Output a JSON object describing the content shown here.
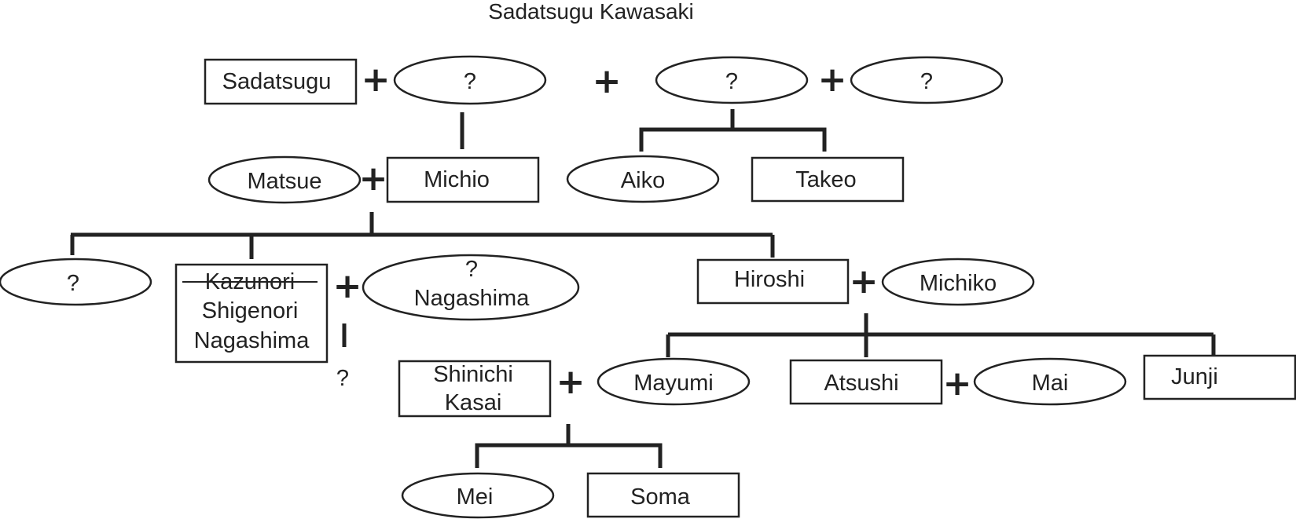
{
  "title": "Sadatsugu Kawasaki",
  "plus_sign": "+",
  "unknown_mark": "?",
  "gen1": {
    "sadatsugu": "Sadatsugu",
    "wife1": "?",
    "wife2": "?",
    "wife2_partner": "?"
  },
  "gen2": {
    "matsue": "Matsue",
    "michio": "Michio",
    "aiko": "Aiko",
    "takeo": "Takeo"
  },
  "gen3": {
    "unknown_child": "?",
    "kazunori_struck": "Kazunori",
    "shigenori_line1": "Shigenori",
    "shigenori_line2": "Nagashima",
    "spouse_line1": "?",
    "spouse_line2": "Nagashima",
    "hiroshi": "Hiroshi",
    "michiko": "Michiko"
  },
  "gen4": {
    "shinichi_line1": "Shinichi",
    "shinichi_line2": "Kasai",
    "mayumi": "Mayumi",
    "atsushi": "Atsushi",
    "mai": "Mai",
    "junji": "Junji"
  },
  "gen5": {
    "mei": "Mei",
    "soma": "Soma"
  }
}
